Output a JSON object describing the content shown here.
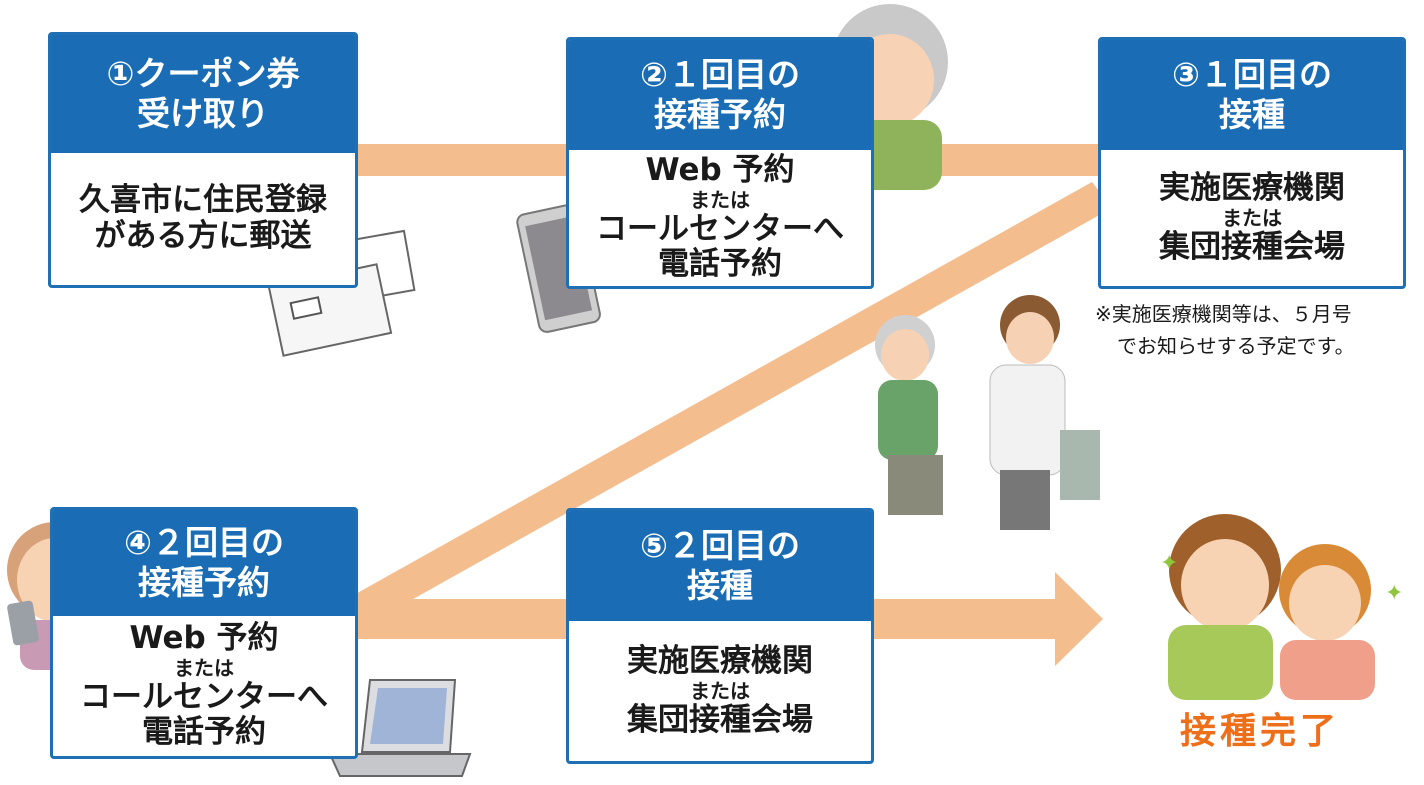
{
  "colors": {
    "header": "#1a6db5",
    "border": "#1e6fb4",
    "arrow": "#f4bd8e",
    "done": "#ee6f1a"
  },
  "steps": [
    {
      "header": [
        "①クーポン券",
        "受け取り"
      ],
      "body": [
        "久喜市に住民登録",
        "がある方に郵送"
      ]
    },
    {
      "header": [
        "②１回目の",
        "接種予約"
      ],
      "body": [
        "Web 予約",
        "または",
        "コールセンターへ",
        "電話予約"
      ]
    },
    {
      "header": [
        "③１回目の",
        "接種"
      ],
      "body": [
        "実施医療機関",
        "または",
        "集団接種会場"
      ]
    },
    {
      "header": [
        "④２回目の",
        "接種予約"
      ],
      "body": [
        "Web 予約",
        "または",
        "コールセンターへ",
        "電話予約"
      ]
    },
    {
      "header": [
        "⑤２回目の",
        "接種"
      ],
      "body": [
        "実施医療機関",
        "または",
        "集団接種会場"
      ]
    }
  ],
  "note": [
    "※実施医療機関等は、５月号",
    "でお知らせする予定です。"
  ],
  "completion": "接種完了",
  "icons": [
    "envelope-icon",
    "smartphone-icon",
    "laptop-icon",
    "elderly-woman-phone-icon",
    "doctor-vaccination-icon",
    "elderly-woman-smartphone-icon",
    "happy-couple-icon"
  ]
}
